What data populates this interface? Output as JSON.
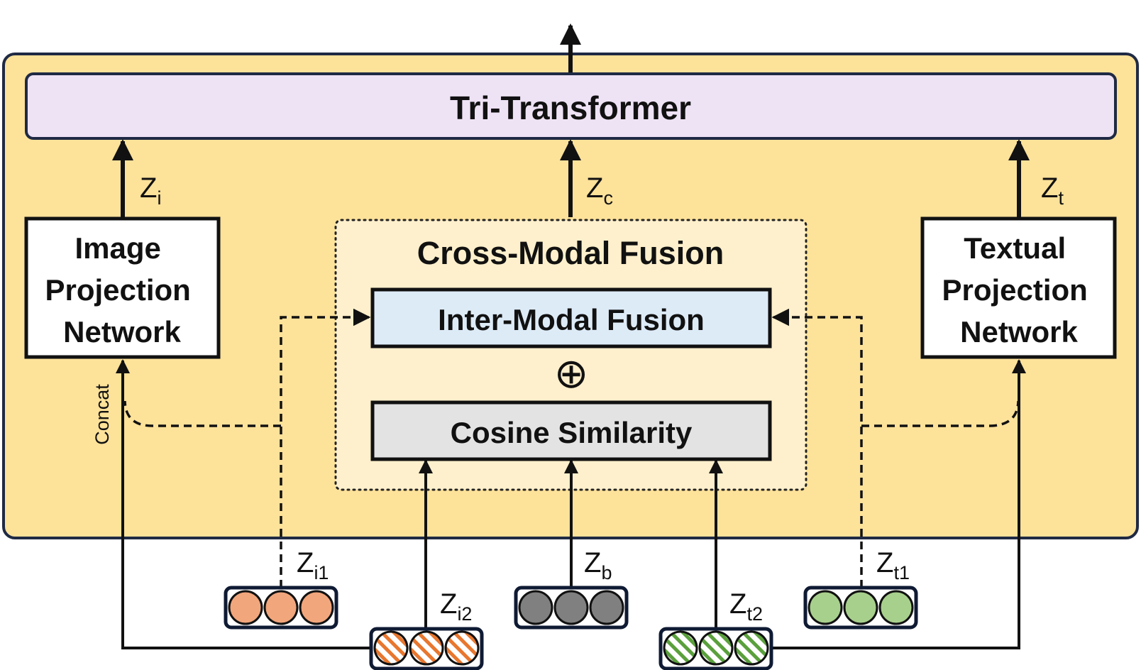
{
  "blocks": {
    "tri_transformer": "Tri-Transformer",
    "cross_modal_fusion": "Cross-Modal Fusion",
    "inter_modal_fusion": "Inter-Modal Fusion",
    "cosine_similarity": "Cosine Similarity",
    "image_projection": [
      "Image",
      "Projection",
      "Network"
    ],
    "textual_projection": [
      "Textual",
      "Projection",
      "Network"
    ],
    "concat": "Concat",
    "fusion_operator": "⊕"
  },
  "vars": {
    "zi": {
      "base": "Z",
      "sub": "i"
    },
    "zc": {
      "base": "Z",
      "sub": "c"
    },
    "zt": {
      "base": "Z",
      "sub": "t"
    },
    "zi1": {
      "base": "Z",
      "sub": "i1"
    },
    "zi2": {
      "base": "Z",
      "sub": "i2"
    },
    "zb": {
      "base": "Z",
      "sub": "b"
    },
    "zt1": {
      "base": "Z",
      "sub": "t1"
    },
    "zt2": {
      "base": "Z",
      "sub": "t2"
    }
  },
  "colors": {
    "outer_bg": "#FDE29A",
    "outer_border": "#1F2A44",
    "tri_bg": "#EEE2F5",
    "fusion_bg": "#FEF0CC",
    "inter_bg": "#DDEBF7",
    "cosine_bg": "#E3E3E3",
    "orange": "#F2A67C",
    "gray": "#808080",
    "green": "#A8D08D",
    "stripe_orange": "#E8772E",
    "stripe_green": "#5AA03C"
  }
}
